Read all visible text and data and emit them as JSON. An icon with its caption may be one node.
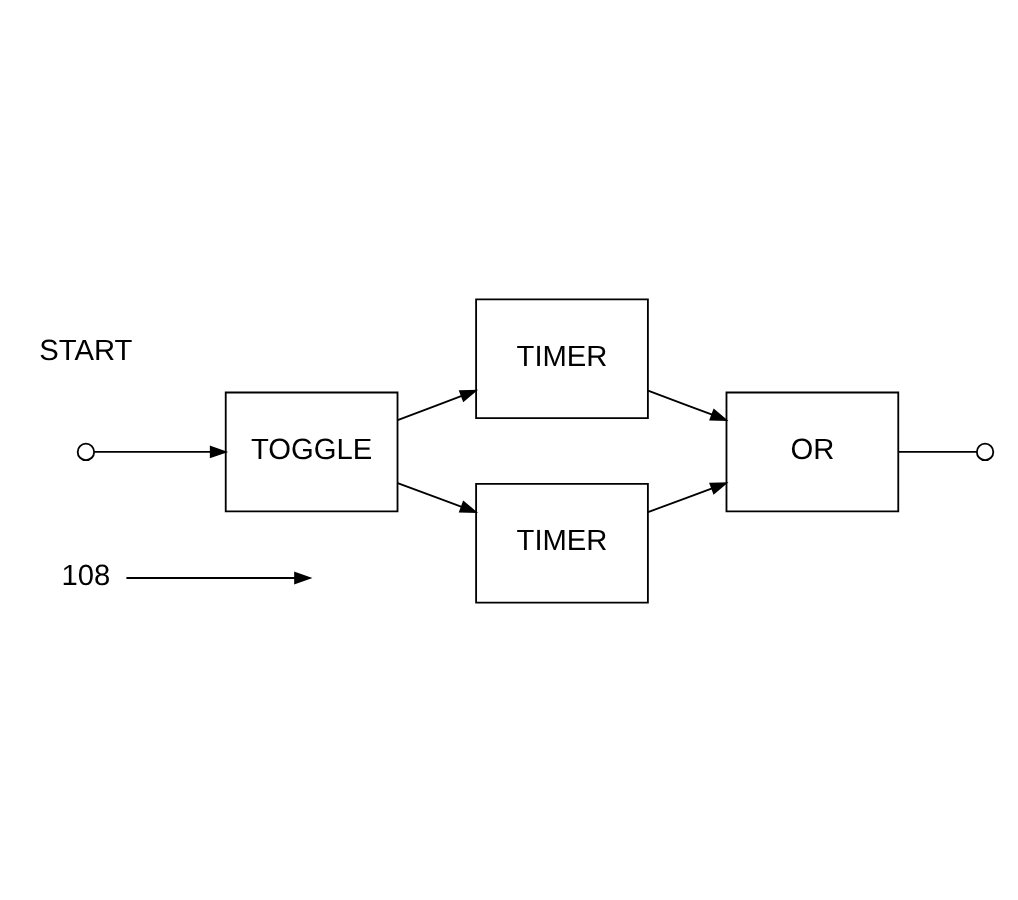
{
  "diagram": {
    "nodes": [
      {
        "text": [
          "108"
        ]
      },
      {
        "text": [],
        "shape": "circle"
      },
      {
        "text": [
          "TOGGLE"
        ]
      },
      {
        "text": [
          "TIMER"
        ]
      },
      {
        "text": [
          "TIMER"
        ]
      },
      {
        "text": [
          "OR"
        ]
      },
      {
        "text": [],
        "shape": "circle"
      }
    ],
    "edges": [
      {
        "from": 0,
        "to": null,
        "arrow": "to"
      },
      {
        "from": 1,
        "to": 2,
        "arrow": "to"
      },
      {
        "from": 2,
        "to": 3,
        "arrow": "to"
      },
      {
        "from": 2,
        "to": 4,
        "arrow": "to"
      },
      {
        "from": 3,
        "to": 5,
        "arrow": "to"
      },
      {
        "from": 4,
        "to": 5,
        "arrow": "to"
      },
      {
        "from": 5,
        "to": 6,
        "arrow": "none"
      }
    ],
    "labels": [
      "START"
    ]
  }
}
